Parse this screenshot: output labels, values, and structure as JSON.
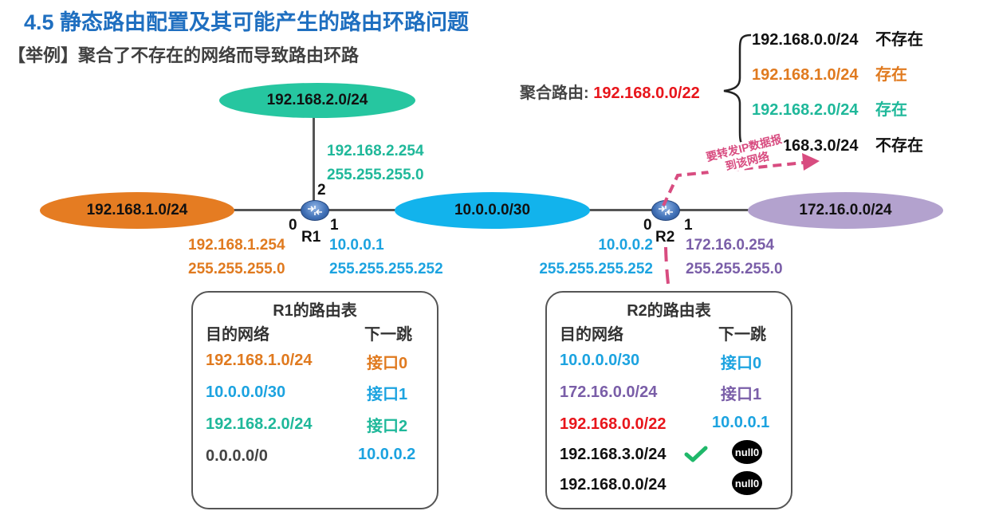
{
  "title": "4.5  静态路由配置及其可能产生的路由环路问题",
  "subtitle": "【举例】聚合了不存在的网络而导致路由环路",
  "colors": {
    "orange": "#e07a1f",
    "teal": "#1fb89a",
    "blue": "#1ca3e0",
    "purple": "#7a5ea8",
    "red": "#e8151b",
    "pink": "#d84c80"
  },
  "networks": {
    "n2": "192.168.2.0/24",
    "n1": "192.168.1.0/24",
    "n10": "10.0.0.0/30",
    "n172": "172.16.0.0/24"
  },
  "routers": {
    "r1": "R1",
    "r2": "R2"
  },
  "ports": {
    "r1_p0": "0",
    "r1_p1": "1",
    "r1_p2": "2",
    "r2_p0": "0",
    "r2_p1": "1"
  },
  "interfaces": {
    "r1_if2_ip": "192.168.2.254",
    "r1_if2_mask": "255.255.255.0",
    "r1_if0_ip": "192.168.1.254",
    "r1_if0_mask": "255.255.255.0",
    "r1_if1_ip": "10.0.0.1",
    "r1_if1_mask": "255.255.255.252",
    "r2_if0_ip": "10.0.0.2",
    "r2_if0_mask": "255.255.255.252",
    "r2_if1_ip": "172.16.0.254",
    "r2_if1_mask": "255.255.255.0"
  },
  "aggregate": {
    "label": "聚合路由:",
    "value": "192.168.0.0/22",
    "items": [
      {
        "net": "192.168.0.0/24",
        "status": "不存在"
      },
      {
        "net": "192.168.1.0/24",
        "status": "存在"
      },
      {
        "net": "192.168.2.0/24",
        "status": "存在"
      },
      {
        "net": "192.168.3.0/24",
        "status": "不存在"
      }
    ]
  },
  "forward_note": {
    "line1": "要转发IP数据报",
    "line2": "到该网络"
  },
  "r1_table": {
    "title": "R1的路由表",
    "col_dest": "目的网络",
    "col_next": "下一跳",
    "rows": [
      {
        "dest": "192.168.1.0/24",
        "next": "接口0"
      },
      {
        "dest": "10.0.0.0/30",
        "next": "接口1"
      },
      {
        "dest": "192.168.2.0/24",
        "next": "接口2"
      },
      {
        "dest": "0.0.0.0/0",
        "next": "10.0.0.2"
      }
    ]
  },
  "r2_table": {
    "title": "R2的路由表",
    "col_dest": "目的网络",
    "col_next": "下一跳",
    "rows": [
      {
        "dest": "10.0.0.0/30",
        "next": "接口0"
      },
      {
        "dest": "172.16.0.0/24",
        "next": "接口1"
      },
      {
        "dest": "192.168.0.0/22",
        "next": "10.0.0.1"
      },
      {
        "dest": "192.168.3.0/24",
        "next": "null0"
      },
      {
        "dest": "192.168.0.0/24",
        "next": "null0"
      }
    ]
  },
  "icons": {
    "check": "check-icon",
    "router": "router-icon"
  }
}
